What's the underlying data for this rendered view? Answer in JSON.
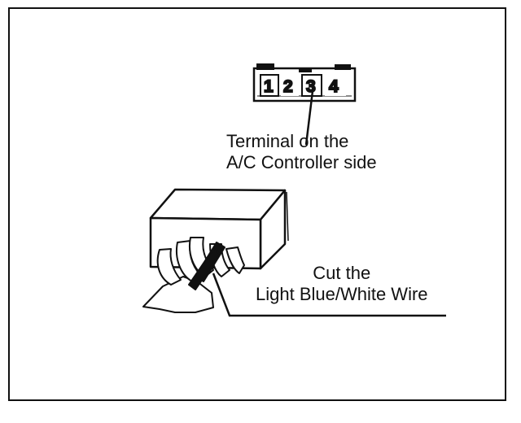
{
  "connector": {
    "pins": [
      "1",
      "2",
      "3",
      "4"
    ]
  },
  "labels": {
    "terminal_line1": "Terminal on the",
    "terminal_line2": "A/C Controller side",
    "cut_line1": "Cut the",
    "cut_line2": "Light Blue/White Wire"
  },
  "colors": {
    "ink": "#111111",
    "paper": "#ffffff"
  }
}
